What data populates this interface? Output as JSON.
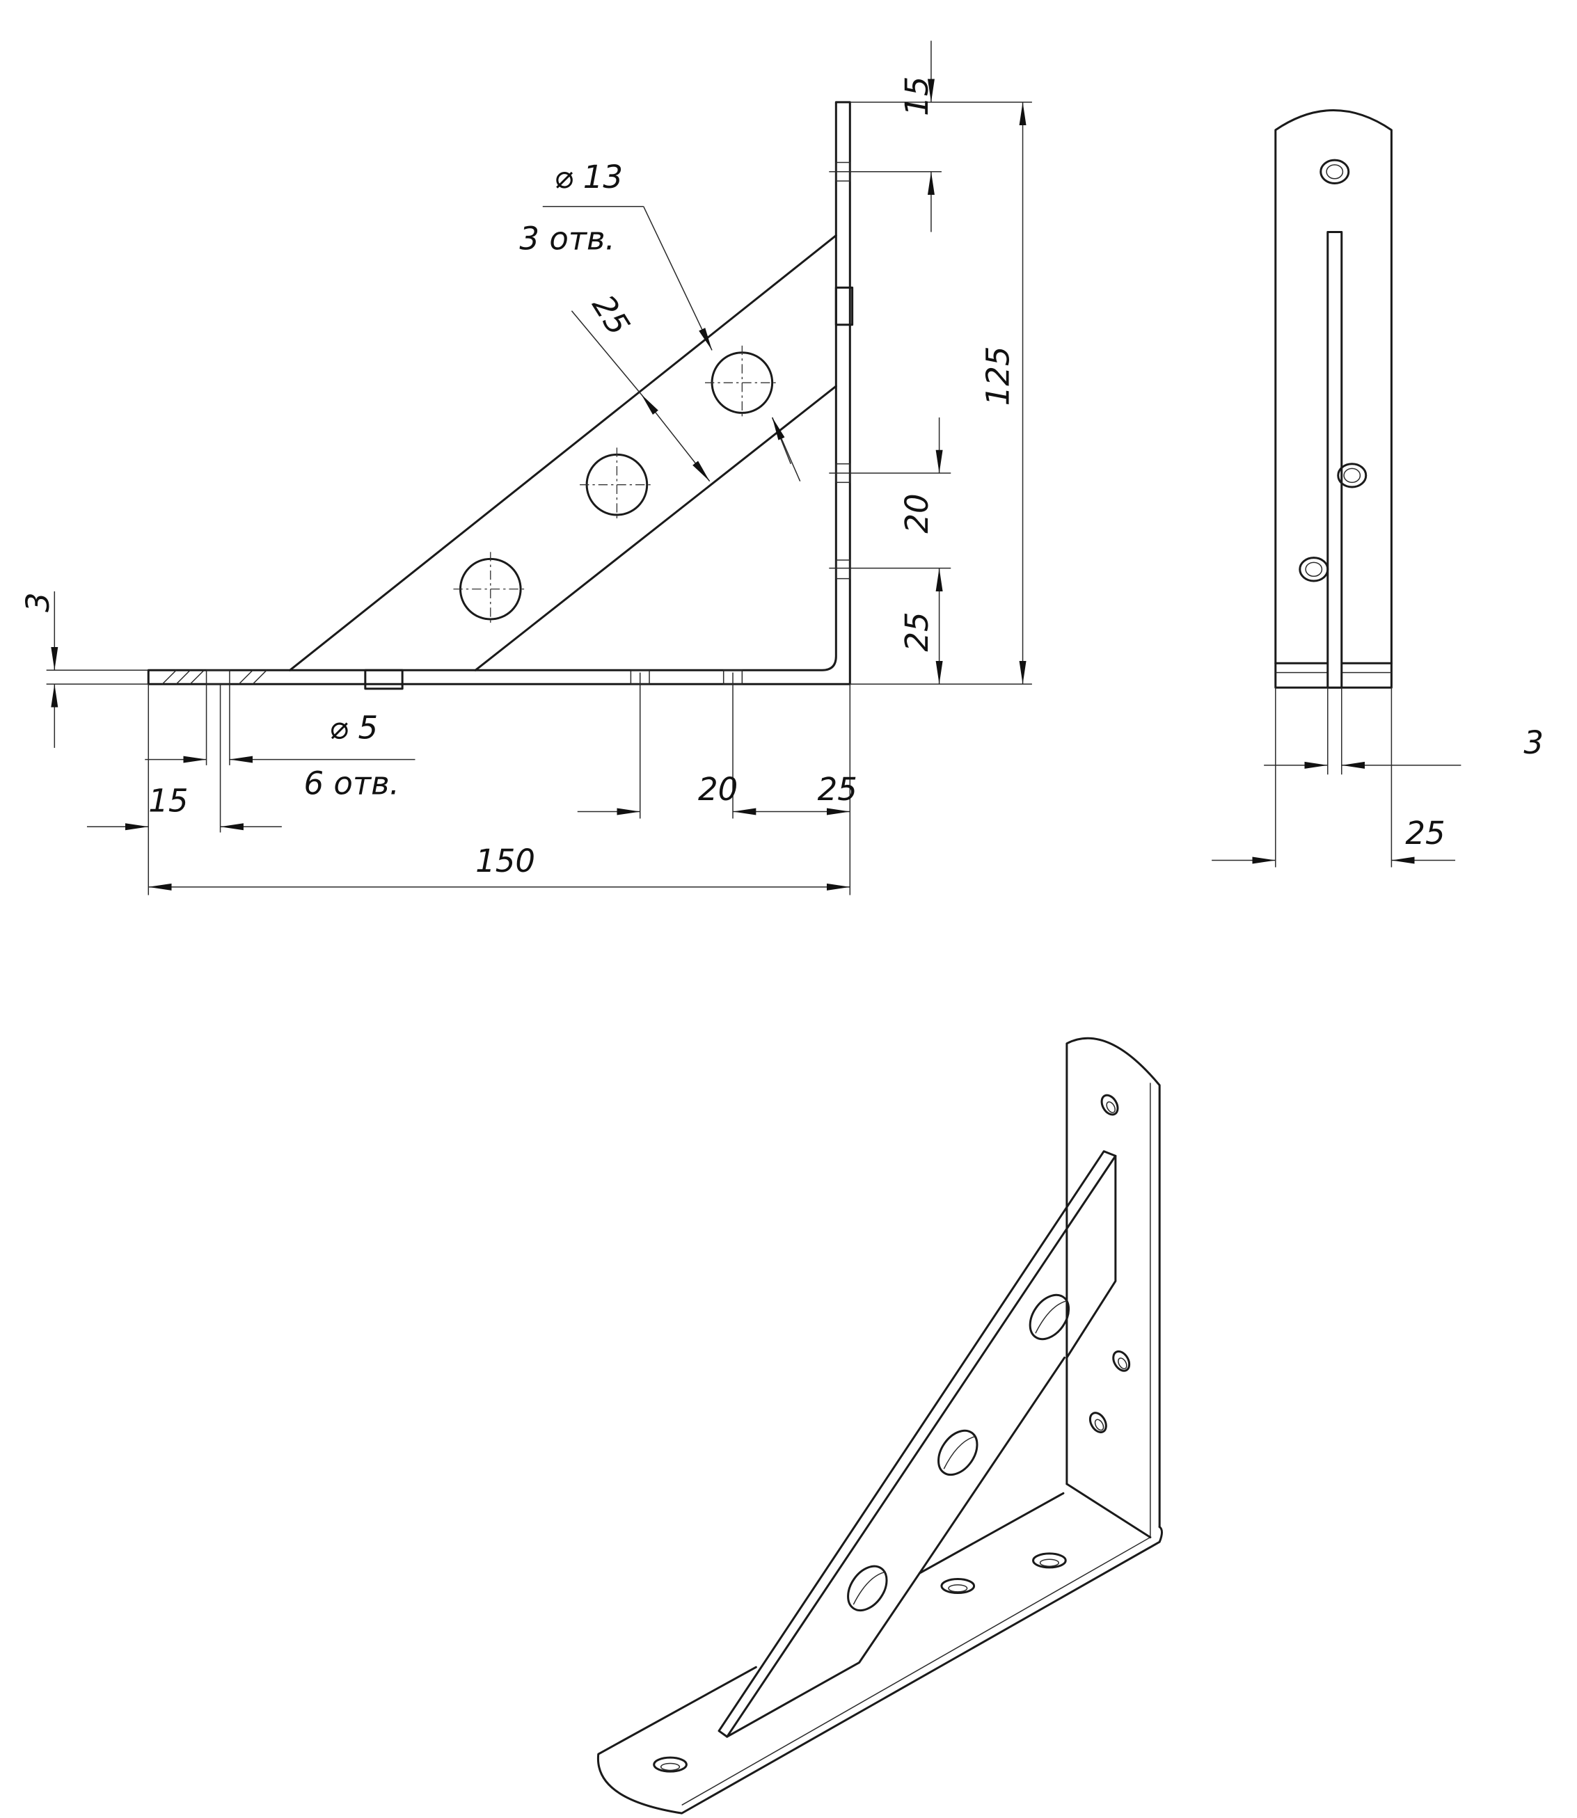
{
  "main_view": {
    "dims": {
      "d_15_top": "15",
      "d_125": "125",
      "d_20_right": "20",
      "d_25_right": "25",
      "d_3_left": "3",
      "d_15_bottom": "15",
      "d_150": "150",
      "d_20_bottom": "20",
      "d_25_bottom": "25",
      "d_25_gusset": "25"
    },
    "hole_large": {
      "dia": "⌀ 13",
      "count": "3 отв."
    },
    "hole_small": {
      "dia": "⌀ 5",
      "count": "6 отв."
    }
  },
  "side_view": {
    "dims": {
      "d_3": "3",
      "d_25": "25"
    }
  }
}
